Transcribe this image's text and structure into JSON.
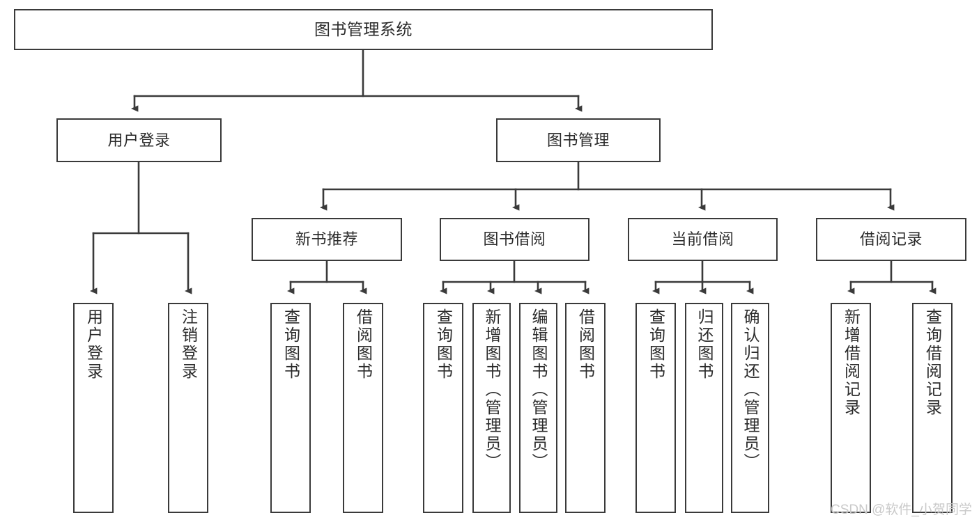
{
  "diagram": {
    "title": "图书管理系统",
    "type": "tree-hierarchy-diagram",
    "colors": {
      "box_border": "#3a3a3a",
      "box_fill": "#ffffff",
      "edge": "#3a3a3a",
      "text": "#2b2b2b",
      "watermark": "#c9c9c9",
      "background": "#ffffff"
    },
    "levels": {
      "root": {
        "label": "图书管理系统"
      },
      "level2": [
        {
          "label": "用户登录"
        },
        {
          "label": "图书管理"
        }
      ],
      "level3": [
        {
          "label": "新书推荐"
        },
        {
          "label": "图书借阅"
        },
        {
          "label": "当前借阅"
        },
        {
          "label": "借阅记录"
        }
      ],
      "leaves": {
        "user_login": [
          {
            "label": "用户登录"
          },
          {
            "label": "注销登录"
          }
        ],
        "new_book_recommend": [
          {
            "label": "查询图书"
          },
          {
            "label": "借阅图书"
          }
        ],
        "book_borrow": [
          {
            "label": "查询图书"
          },
          {
            "label": "新增图书（管理员）"
          },
          {
            "label": "编辑图书（管理员）"
          },
          {
            "label": "借阅图书"
          }
        ],
        "current_borrow": [
          {
            "label": "查询图书"
          },
          {
            "label": "归还图书"
          },
          {
            "label": "确认归还（管理员）"
          }
        ],
        "borrow_record": [
          {
            "label": "新增借阅记录"
          },
          {
            "label": "查询借阅记录"
          }
        ]
      }
    },
    "watermark": "CSDN @软件_小贺同学"
  }
}
